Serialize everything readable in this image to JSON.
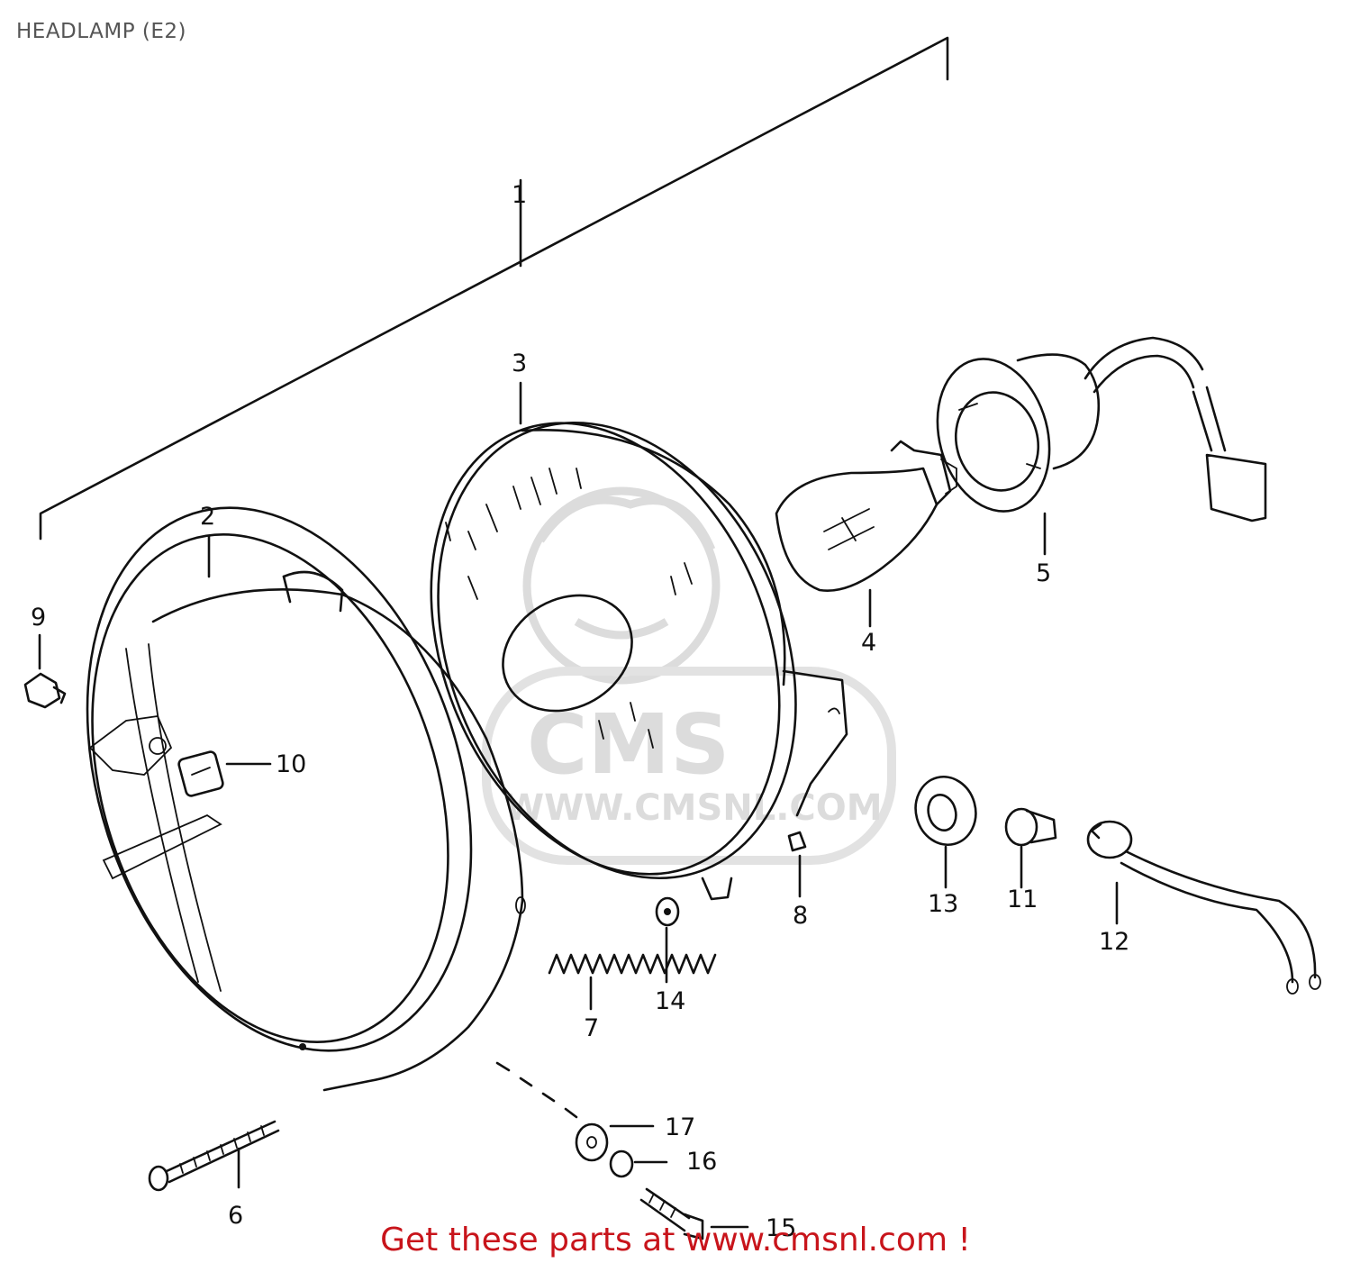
{
  "title": "HEADLAMP (E2)",
  "watermark": {
    "text": "WWW.CMSNL.COM",
    "logo": "CMS",
    "color": "#dcdcdc"
  },
  "footer": {
    "text": "Get these parts at www.cmsnl.com !",
    "color": "#c8141b"
  },
  "callouts": {
    "p1": "1",
    "p2": "2",
    "p3": "3",
    "p4": "4",
    "p5": "5",
    "p6": "6",
    "p7": "7",
    "p8": "8",
    "p9": "9",
    "p10": "10",
    "p11": "11",
    "p12": "12",
    "p13": "13",
    "p14": "14",
    "p15": "15",
    "p16": "16",
    "p17": "17"
  },
  "parts": [
    {
      "ref": "1",
      "name": "headlamp-assembly"
    },
    {
      "ref": "2",
      "name": "headlamp-housing"
    },
    {
      "ref": "3",
      "name": "lens-reflector-unit"
    },
    {
      "ref": "4",
      "name": "headlamp-bulb"
    },
    {
      "ref": "5",
      "name": "bulb-socket-with-wiring"
    },
    {
      "ref": "6",
      "name": "long-screw"
    },
    {
      "ref": "7",
      "name": "adjusting-spring"
    },
    {
      "ref": "8",
      "name": "nut"
    },
    {
      "ref": "9",
      "name": "mounting-screw"
    },
    {
      "ref": "10",
      "name": "clip"
    },
    {
      "ref": "11",
      "name": "position-lamp-bulb"
    },
    {
      "ref": "12",
      "name": "position-lamp-socket"
    },
    {
      "ref": "13",
      "name": "grommet"
    },
    {
      "ref": "14",
      "name": "washer"
    },
    {
      "ref": "15",
      "name": "bolt"
    },
    {
      "ref": "16",
      "name": "lock-washer"
    },
    {
      "ref": "17",
      "name": "washer"
    }
  ]
}
